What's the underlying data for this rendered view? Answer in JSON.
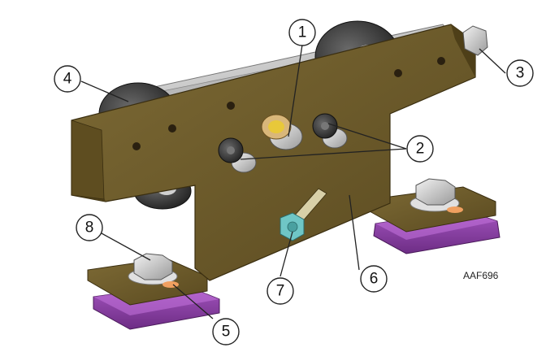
{
  "figure": {
    "reference_code": "AAF696",
    "callouts": [
      {
        "label": "1"
      },
      {
        "label": "2"
      },
      {
        "label": "3"
      },
      {
        "label": "4"
      },
      {
        "label": "5"
      },
      {
        "label": "6"
      },
      {
        "label": "7"
      },
      {
        "label": "8"
      }
    ]
  },
  "colors": {
    "bracket": "#6b5a2a",
    "pad": "#8a3fa0",
    "roller": "#3a3a3a",
    "metal": "#c8c8c8",
    "accent_nut": "#6fc6c6"
  }
}
